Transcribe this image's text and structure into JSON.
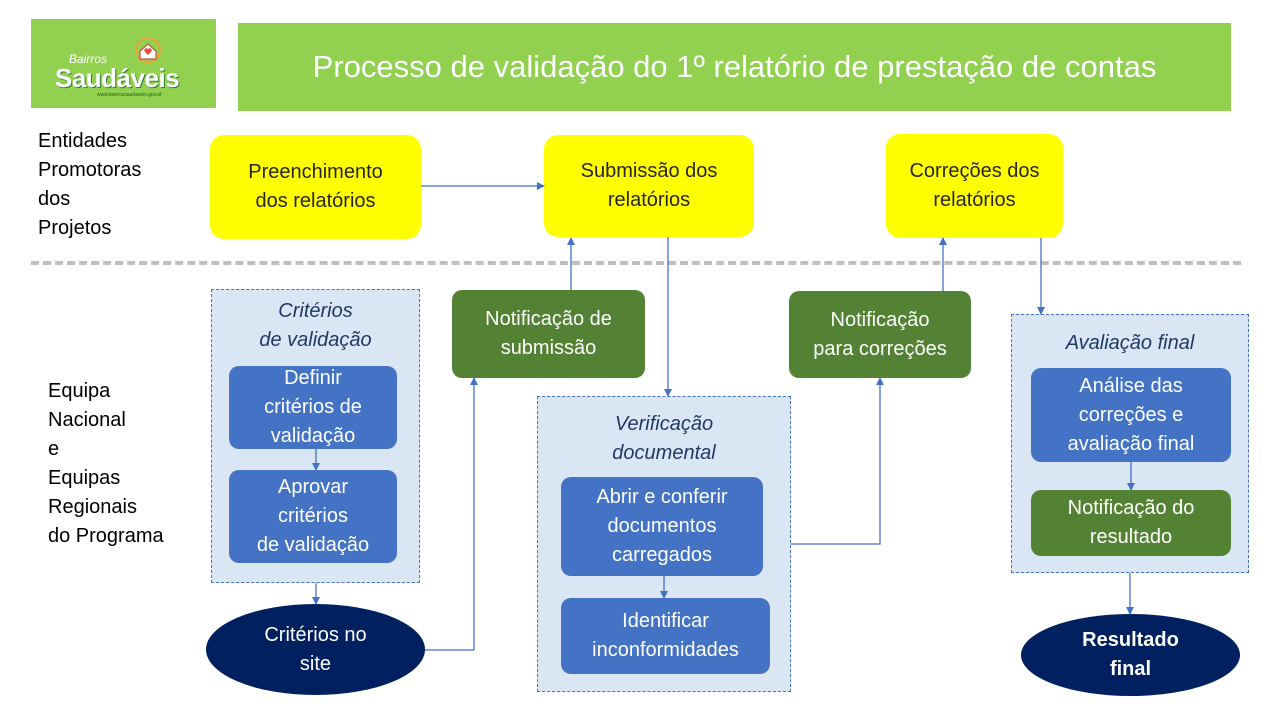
{
  "logo": {
    "small_text": "Bairros",
    "big_text": "Saudáveis",
    "url_text": "www.bairrossaudaveis.gov.pt"
  },
  "title": "Processo de validação do 1º relatório de prestação de contas",
  "lanes": {
    "top": [
      "Entidades",
      "Promotoras",
      "dos",
      "Projetos"
    ],
    "bottom": [
      "Equipa",
      "Nacional",
      "e",
      "Equipas",
      "Regionais",
      "do Programa"
    ]
  },
  "steps": {
    "preenchimento": [
      "Preenchimento",
      "dos relatórios"
    ],
    "submissao": [
      "Submissão dos",
      "relatórios"
    ],
    "correcoes": [
      "Correções dos",
      "relatórios"
    ],
    "notif_submissao": [
      "Notificação de",
      "submissão"
    ],
    "notif_correcoes": [
      "Notificação",
      "para correções"
    ],
    "definir": [
      "Definir",
      "critérios de",
      "validação"
    ],
    "aprovar": [
      "Aprovar",
      "critérios",
      "de validação"
    ],
    "abrir": [
      "Abrir e conferir",
      "documentos",
      "carregados"
    ],
    "identificar": [
      "Identificar",
      "inconformidades"
    ],
    "analise": [
      "Análise das",
      "correções e",
      "avaliação final"
    ],
    "notif_resultado": [
      "Notificação do",
      "resultado"
    ],
    "criterios_site": [
      "Critérios no",
      "site"
    ],
    "resultado_final": [
      "Resultado",
      "final"
    ]
  },
  "groups": {
    "criterios": [
      "Critérios",
      "de validação"
    ],
    "verificacao": [
      "Verificação",
      "documental"
    ],
    "avaliacao": [
      "Avaliação final"
    ]
  },
  "colors": {
    "header_green": "#92d050",
    "step_yellow": "#ffff00",
    "step_green": "#548235",
    "step_blue": "#4472c4",
    "group_fill": "#dae6f4",
    "oval_navy": "#002060",
    "arrow": "#4472c4"
  }
}
